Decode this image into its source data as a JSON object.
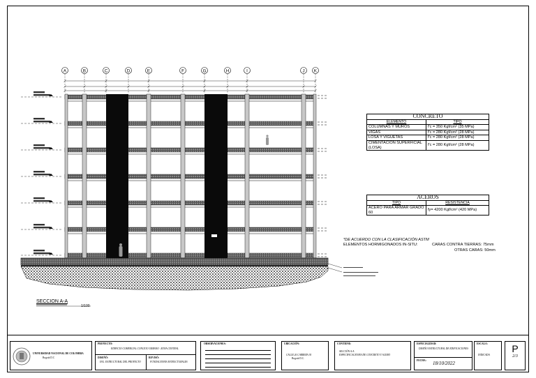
{
  "drawing": {
    "grid_axes": [
      "A",
      "B",
      "C",
      "D",
      "E",
      "F",
      "G",
      "H",
      "I",
      "J",
      "K"
    ],
    "section_title": "SECCION A-A",
    "section_scale": "1/100"
  },
  "concrete_table": {
    "title": "CONCRETO",
    "headers": [
      "ELEMENTO",
      "TIPO"
    ],
    "rows": [
      [
        "COLUMNAS Y MUROS",
        "f'c = 350 Kgf/cm² (35 MPa)"
      ],
      [
        "VIGAS",
        "f'c = 280 Kgf/cm² (28 MPa)"
      ],
      [
        "LOSA Y VIGUETAS",
        "f'c = 280 Kgf/cm² (28 MPa)"
      ],
      [
        "CIMENTACION SUPERFICIAL (LOSA)",
        "f'c = 280 Kgf/cm² (28 MPa)"
      ]
    ]
  },
  "steel_table": {
    "title": "ACEROS",
    "headers": [
      "TIPO",
      "RESISTENCIA"
    ],
    "rows": [
      [
        "ACERO PARA ARMAR GRADO 60",
        "fy= 4200 Kgf/cm² (420 MPa)"
      ]
    ]
  },
  "cover_note": {
    "line1": "*DE ACUERDO CON LA CLASIFICACIÓN ASTM",
    "line2_left": "ELEMENTOS HORMIGONADOS IN-SITU:",
    "line2_right": "CARAS CONTRA TIERRAS:  75mm",
    "line3": "OTRAS CARAS:  50mm"
  },
  "title_block": {
    "university": "UNIVERSIDAD NACIONAL DE COLOMBIA",
    "university_city": "Bogotá D.C",
    "project_label": "PROYECTO:",
    "project": "EDIFICIO COMERCIAL CONCEJO URBANO · ZONA CENTRAL",
    "designer_label": "DISEÑÓ:",
    "designer": "ING. ESTRUCTURAL DEL PROYECTO",
    "reviewer_label": "REVISÓ:",
    "reviewer": "FUNDACIONES ESTRUCTURALES",
    "observations_label": "OBSERVACIONES:",
    "location_label": "UBICACIÓN:",
    "location": "CALLE 26 CARRERA 30",
    "location_city": "Bogotá D.C.",
    "content_label": "CONTIENE:",
    "content_1": "SECCIÓN A-A",
    "content_2": "ESPECIFICACIONES DE CONCRETO Y ACERO",
    "specialty_label": "ESPECIALIDAD:",
    "specialty": "DISEÑO ESTRUCTURAL DE EDIFICACIONES",
    "date_label": "FECHA:",
    "date": "18/10/2022",
    "scale_label": "ESCALA:",
    "scale": "INDICADA",
    "sheet_letter": "P",
    "sheet_number": "2/3"
  }
}
